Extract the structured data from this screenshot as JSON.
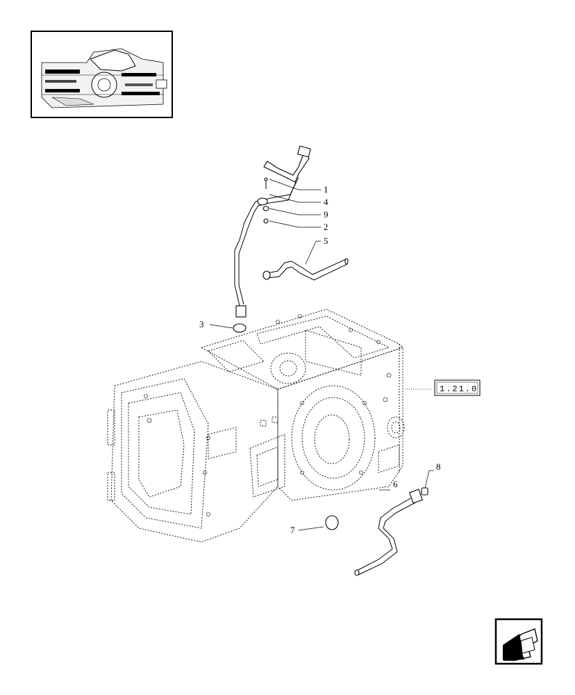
{
  "callouts": [
    {
      "id": "1",
      "label": "1"
    },
    {
      "id": "4",
      "label": "4"
    },
    {
      "id": "9",
      "label": "9"
    },
    {
      "id": "2",
      "label": "2"
    },
    {
      "id": "5",
      "label": "5"
    },
    {
      "id": "3",
      "label": "3"
    },
    {
      "id": "8",
      "label": "8"
    },
    {
      "id": "6",
      "label": "6"
    },
    {
      "id": "7",
      "label": "7"
    }
  ],
  "reference_box": {
    "label": "1.21.0"
  },
  "nav_icon": {
    "name": "previous-page-arrow-icon"
  }
}
